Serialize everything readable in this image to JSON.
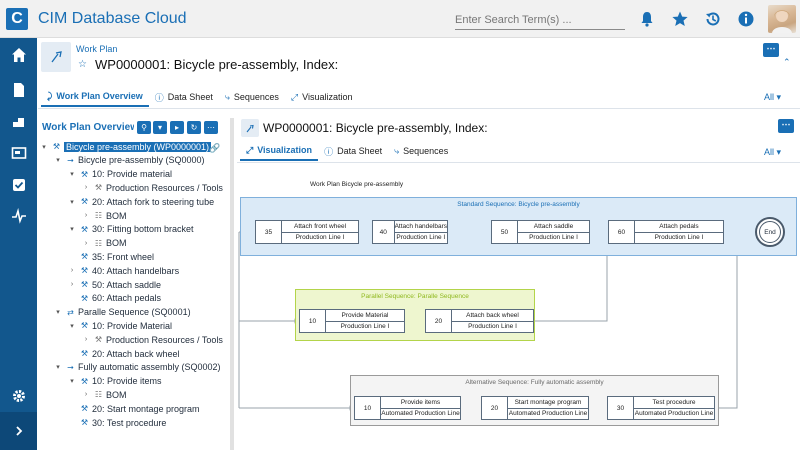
{
  "app": {
    "title": "CIM Database Cloud",
    "logo_letter": "C"
  },
  "search": {
    "placeholder": "Enter Search Term(s) ..."
  },
  "topbar_icons": [
    "bell-icon",
    "star-icon",
    "history-icon",
    "info-icon",
    "user-avatar"
  ],
  "sidebar_icons": [
    "home-icon",
    "document-icon",
    "stairs-icon",
    "dashboard-icon",
    "checklist-icon",
    "activity-icon",
    "settings-icon",
    "expand-chevron-icon"
  ],
  "header": {
    "breadcrumb": "Work Plan",
    "title": "WP0000001: Bicycle pre-assembly, Index:",
    "menu_label": "⋯"
  },
  "main_tabs": [
    {
      "label": "Work Plan Overview",
      "icon": "overview-icon",
      "active": true
    },
    {
      "label": "Data Sheet",
      "icon": "info-icon",
      "active": false
    },
    {
      "label": "Sequences",
      "icon": "sequence-icon",
      "active": false
    },
    {
      "label": "Visualization",
      "icon": "visualization-icon",
      "active": false
    }
  ],
  "all_filter": "All",
  "tree": {
    "title": "Work Plan Overview",
    "nodes": [
      {
        "label": "Bicycle pre-assembly (WP0000001)",
        "level": 0,
        "toggle": "▾",
        "icon": "⚒",
        "selected": true
      },
      {
        "label": "Bicycle pre-assembly (SQ0000)",
        "level": 1,
        "toggle": "▾",
        "icon": "➞"
      },
      {
        "label": "10: Provide material",
        "level": 2,
        "toggle": "▾",
        "icon": "⚒"
      },
      {
        "label": "Production Resources / Tools",
        "level": 3,
        "toggle": "›",
        "icon": "⚒",
        "gray": true
      },
      {
        "label": "20: Attach fork to steering tube",
        "level": 2,
        "toggle": "▾",
        "icon": "⚒"
      },
      {
        "label": "BOM",
        "level": 3,
        "toggle": "›",
        "icon": "☷",
        "gray": true
      },
      {
        "label": "30: Fitting bottom bracket",
        "level": 2,
        "toggle": "▾",
        "icon": "⚒"
      },
      {
        "label": "BOM",
        "level": 3,
        "toggle": "›",
        "icon": "☷",
        "gray": true
      },
      {
        "label": "35: Front wheel",
        "level": 2,
        "toggle": "",
        "icon": "⚒"
      },
      {
        "label": "40: Attach handelbars",
        "level": 2,
        "toggle": "›",
        "icon": "⚒"
      },
      {
        "label": "50: Attach saddle",
        "level": 2,
        "toggle": "›",
        "icon": "⚒"
      },
      {
        "label": "60: Attach pedals",
        "level": 2,
        "toggle": "",
        "icon": "⚒"
      },
      {
        "label": "Paralle Sequence (SQ0001)",
        "level": 1,
        "toggle": "▾",
        "icon": "⇄"
      },
      {
        "label": "10: Provide Material",
        "level": 2,
        "toggle": "▾",
        "icon": "⚒"
      },
      {
        "label": "Production Resources / Tools",
        "level": 3,
        "toggle": "›",
        "icon": "⚒",
        "gray": true
      },
      {
        "label": "20: Attach back wheel",
        "level": 2,
        "toggle": "",
        "icon": "⚒"
      },
      {
        "label": "Fully automatic assembly (SQ0002)",
        "level": 1,
        "toggle": "▾",
        "icon": "➞"
      },
      {
        "label": "10: Provide items",
        "level": 2,
        "toggle": "▾",
        "icon": "⚒"
      },
      {
        "label": "BOM",
        "level": 3,
        "toggle": "›",
        "icon": "☷",
        "gray": true
      },
      {
        "label": "20: Start montage program",
        "level": 2,
        "toggle": "",
        "icon": "⚒"
      },
      {
        "label": "30: Test procedure",
        "level": 2,
        "toggle": "",
        "icon": "⚒"
      }
    ]
  },
  "detail": {
    "title": "WP0000001: Bicycle pre-assembly, Index:",
    "tabs": [
      {
        "label": "Visualization",
        "icon": "visualization-icon",
        "active": true
      },
      {
        "label": "Data Sheet",
        "icon": "info-icon",
        "active": false
      },
      {
        "label": "Sequences",
        "icon": "sequence-icon",
        "active": false
      }
    ]
  },
  "diagram": {
    "work_plan_label": "Work Plan Bicycle pre-assembly",
    "standard": {
      "label": "Standard Sequence: Bicycle pre-assembly",
      "tasks": [
        {
          "num": "35",
          "name": "Attach front wheel",
          "line": "Production Line I"
        },
        {
          "num": "40",
          "name": "Attach handelbars",
          "line": "Production Line I"
        },
        {
          "num": "50",
          "name": "Attach saddle",
          "line": "Production Line I"
        },
        {
          "num": "60",
          "name": "Attach pedals",
          "line": "Production Line I"
        }
      ],
      "end_label": "End"
    },
    "parallel": {
      "label": "Parallel Sequence: Paralle Sequence",
      "tasks": [
        {
          "num": "10",
          "name": "Provide Material",
          "line": "Production Line I"
        },
        {
          "num": "20",
          "name": "Attach back wheel",
          "line": "Production Line I"
        }
      ]
    },
    "alternative": {
      "label": "Alternative Sequence: Fully automatic assembly",
      "tasks": [
        {
          "num": "10",
          "name": "Provide items",
          "line": "Automated Production Line"
        },
        {
          "num": "20",
          "name": "Start montage program",
          "line": "Automated Production Line"
        },
        {
          "num": "30",
          "name": "Test procedure",
          "line": "Automated Production Line"
        }
      ]
    }
  },
  "colors": {
    "brand": "#1a6fb5",
    "sidebar": "#12578d",
    "standard_fill": "#dbeaf7",
    "parallel_fill": "#eef6cf",
    "parallel_text": "#8fb81e",
    "alternative_fill": "#f4f4f4"
  }
}
